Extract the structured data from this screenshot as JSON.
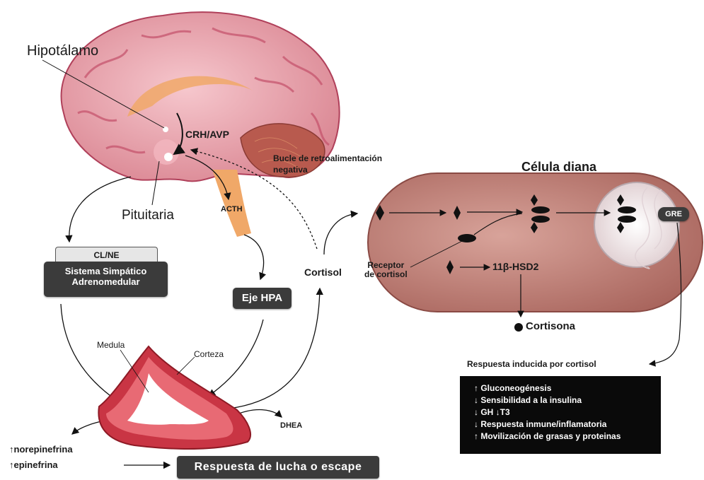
{
  "labels": {
    "hypothalamus": "Hipotálamo",
    "crh_avp": "CRH/AVP",
    "feedback_line1": "Bucle de retroalimentación",
    "feedback_line2": "negativa",
    "pituitary": "Pituitaria",
    "acth": "ACTH",
    "cl_ne": "CL/NE",
    "sympathetic_line1": "Sistema  Simpático",
    "sympathetic_line2": "Adrenomedular",
    "hpa_axis": "Eje HPA",
    "cortisol": "Cortisol",
    "medulla": "Medula",
    "cortex": "Corteza",
    "dhea": "DHEA",
    "norepinephrine": "norepinefrina",
    "epinephrine": "epinefrina",
    "fight_or_flight": "Respuesta de lucha o escape",
    "target_cell": "Célula diana",
    "receptor_line1": "Receptor",
    "receptor_line2": "de cortisol",
    "enzyme": "11β-HSD2",
    "cortisone": "Cortisona",
    "gre": "GRE",
    "response_title": "Respuesta inducida por cortisol"
  },
  "responses": [
    {
      "arrow": "↑",
      "text": "Gluconeogénesis"
    },
    {
      "arrow": "↓",
      "text": "Sensibilidad a la insulina"
    },
    {
      "arrow": "↓",
      "text": "GH ↓T3"
    },
    {
      "arrow": "↓",
      "text": "Respuesta inmune/inflamatoria"
    },
    {
      "arrow": "↑",
      "text": "Movilización de grasas y proteinas"
    }
  ],
  "hormone_arrows": {
    "norepinephrine": "↑",
    "epinephrine": "↑"
  },
  "colors": {
    "brain_pink": "#e8a0aa",
    "brain_fold": "#c4506a",
    "cerebellum": "#b85a4e",
    "adrenal_red": "#b3202c",
    "cell_fill": "#c98a82",
    "nucleus_fill": "#efe4e6",
    "box_dark": "#3b3b3b",
    "box_black": "#0a0a0a"
  }
}
